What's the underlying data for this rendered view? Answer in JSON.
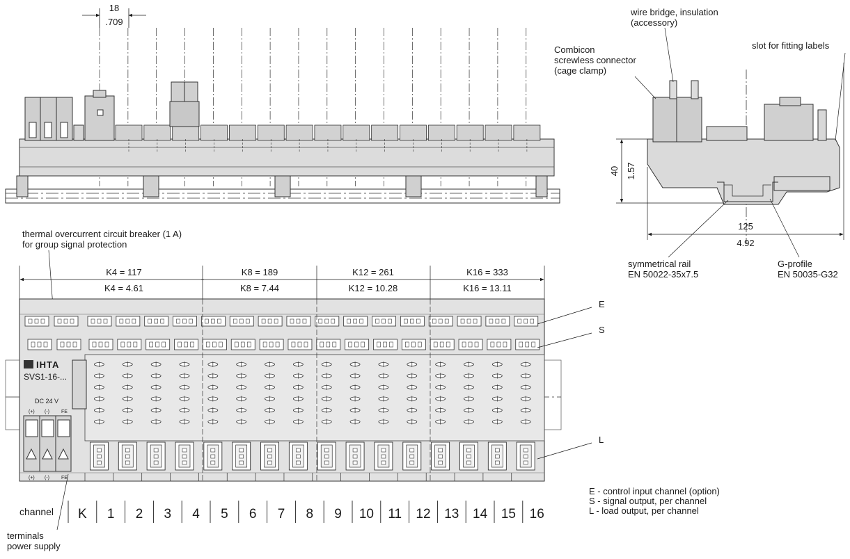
{
  "top_dimension": {
    "mm": "18",
    "inch": ".709"
  },
  "side_view": {
    "labels": {
      "wire_bridge": [
        "wire bridge, insulation",
        "(accessory)"
      ],
      "combicon": [
        "Combicon",
        "screwless connector",
        "(cage clamp)"
      ],
      "slot": "slot for fitting labels",
      "rail": [
        "symmetrical rail",
        "EN 50022-35x7.5"
      ],
      "gprofile": [
        "G-profile",
        "EN 50035-G32"
      ]
    },
    "height": {
      "mm": "40",
      "inch": "1.57"
    },
    "width": {
      "mm": "125",
      "inch": "4.92"
    }
  },
  "front_view": {
    "breaker_label": [
      "thermal overcurrent circuit breaker (1 A)",
      "for group signal protection"
    ],
    "length_dims": [
      {
        "mm": "K4 = 117",
        "inch": "K4 = 4.61"
      },
      {
        "mm": "K8 = 189",
        "inch": "K8 = 7.44"
      },
      {
        "mm": "K12 = 261",
        "inch": "K12 = 10.28"
      },
      {
        "mm": "K16 = 333",
        "inch": "K16 = 13.11"
      }
    ],
    "brand": "IHTA",
    "model": "SVS1-16-...",
    "power": {
      "voltage": "DC 24 V",
      "plus": "(+)",
      "minus": "(-)",
      "fe": "FE"
    },
    "row_labels": {
      "e": "E",
      "s": "S",
      "l": "L"
    },
    "channel_label": "channel",
    "channels": [
      "K",
      "1",
      "2",
      "3",
      "4",
      "5",
      "6",
      "7",
      "8",
      "9",
      "10",
      "11",
      "12",
      "13",
      "14",
      "15",
      "16"
    ],
    "terminals_label": [
      "terminals",
      "power supply"
    ]
  },
  "legend": [
    "E - control input channel (option)",
    "S - signal output, per channel",
    "L - load output, per channel"
  ]
}
